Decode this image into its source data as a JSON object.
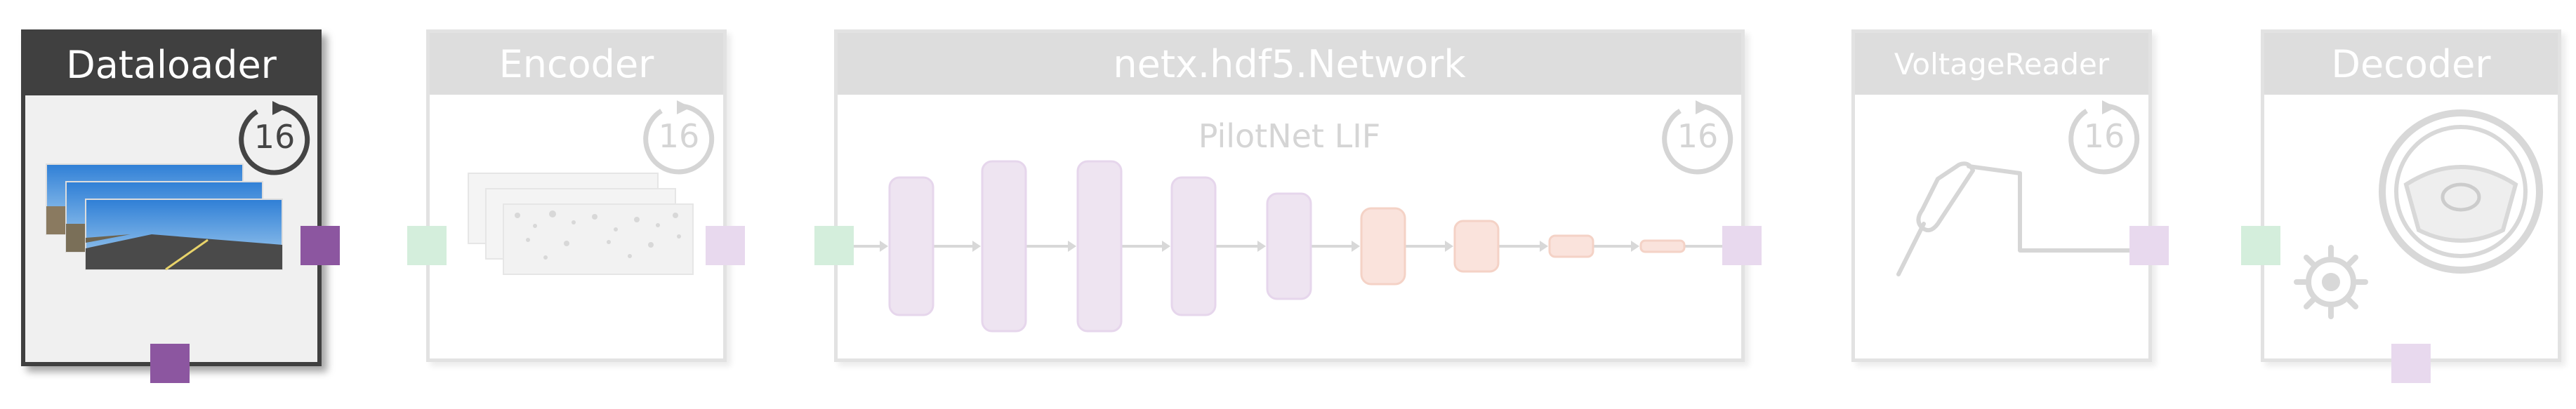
{
  "blocks": {
    "dataloader": {
      "title": "Dataloader",
      "badge": "16"
    },
    "encoder": {
      "title": "Encoder",
      "badge": "16"
    },
    "network": {
      "title": "netx.hdf5.Network",
      "subtitle": "PilotNet LIF",
      "badge": "16"
    },
    "voltage_reader": {
      "title": "VoltageReader",
      "badge": "16"
    },
    "decoder": {
      "title": "Decoder"
    }
  },
  "colors": {
    "active_header": "#404040",
    "inactive_header": "#dddddd",
    "inactive_border": "#e2e2e2",
    "output_port": "#8c56a0",
    "output_port_faded": "#e8d9ee",
    "input_port_faded": "#d4eedc",
    "layer_purple": "#eee4f1",
    "layer_orange": "#fae3dc"
  }
}
